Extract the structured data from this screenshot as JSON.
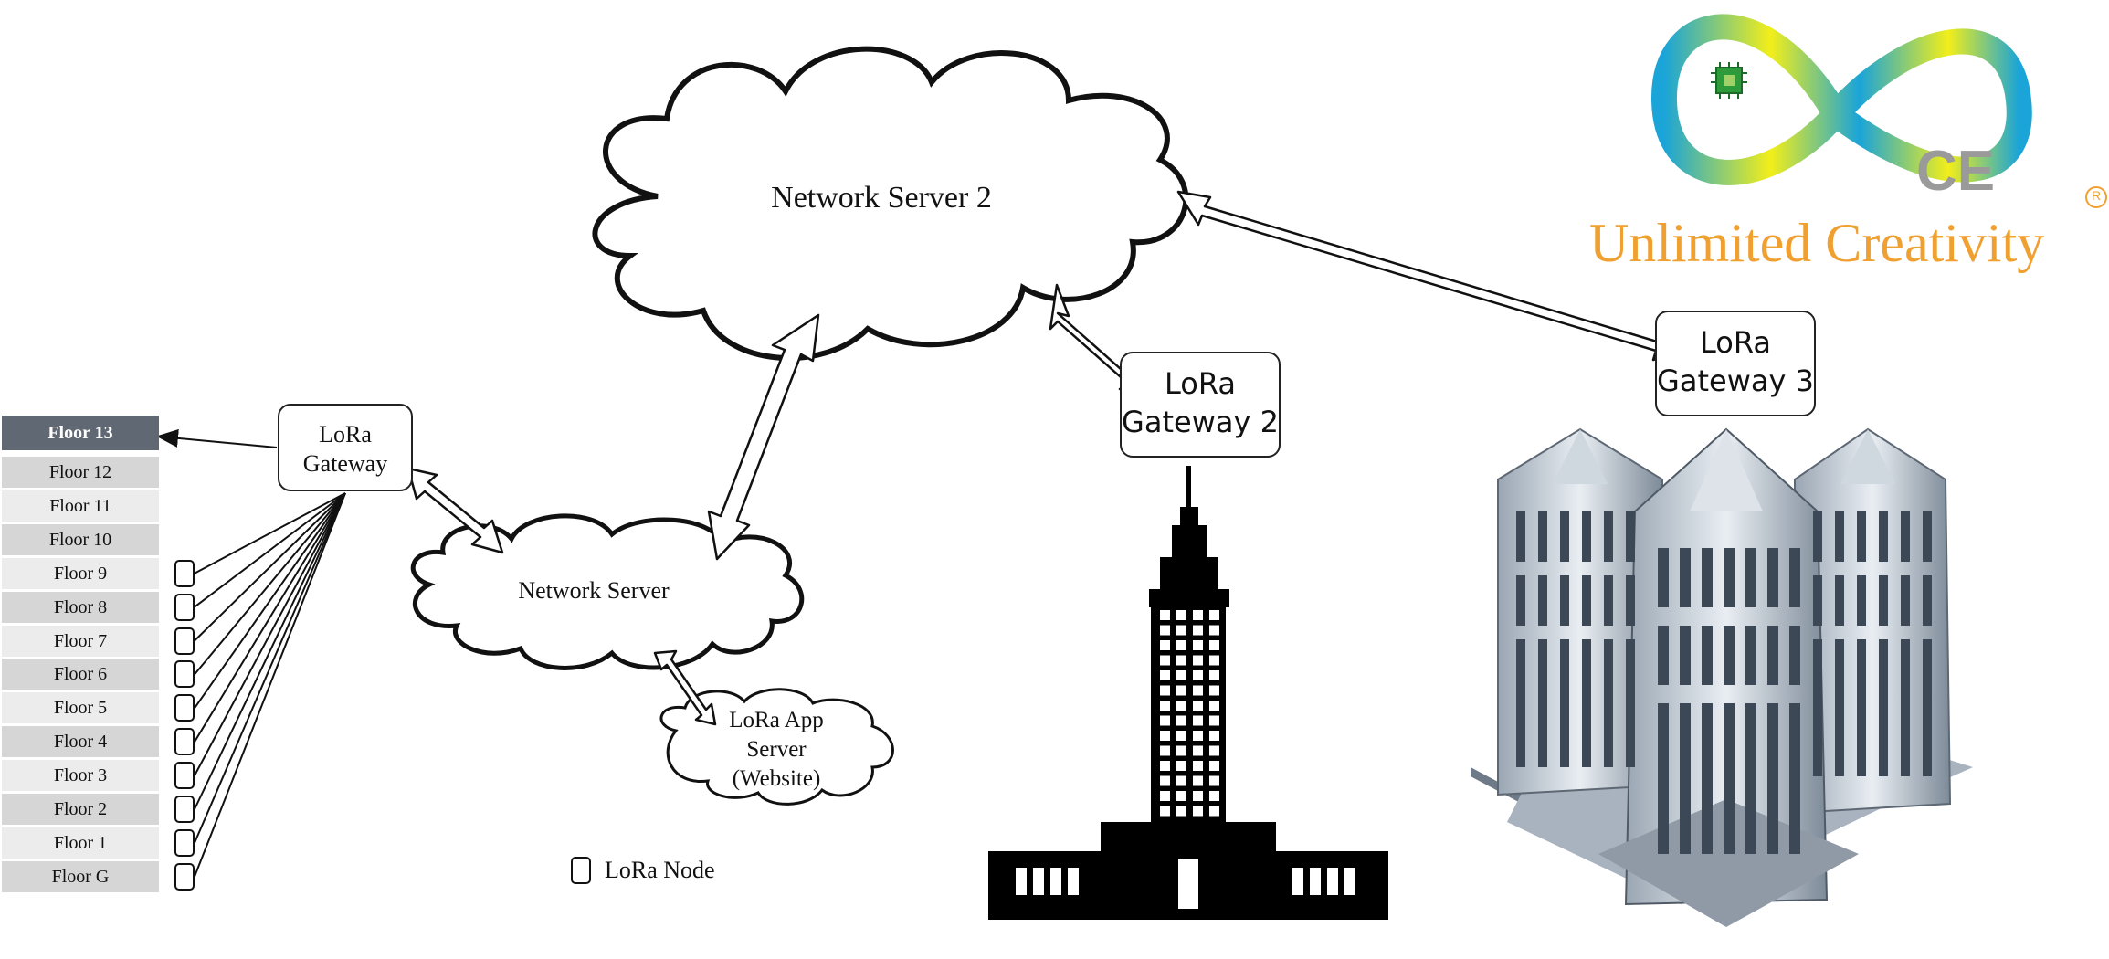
{
  "clouds": {
    "network_server_2": "Network Server 2",
    "network_server": "Network Server",
    "app_server_line1": "LoRa App",
    "app_server_line2": "Server",
    "app_server_line3": "(Website)"
  },
  "gateways": {
    "gateway1_line1": "LoRa",
    "gateway1_line2": "Gateway",
    "gateway2_line1": "LoRa",
    "gateway2_line2": "Gateway 2",
    "gateway3_line1": "LoRa",
    "gateway3_line2": "Gateway 3"
  },
  "floors": [
    "Floor 13",
    "Floor 12",
    "Floor 11",
    "Floor 10",
    "Floor  9",
    "Floor  8",
    "Floor  7",
    "Floor  6",
    "Floor  5",
    "Floor  4",
    "Floor  3",
    "Floor  2",
    "Floor  1",
    "Floor  G"
  ],
  "legend": {
    "node_label": "LoRa Node"
  },
  "logo": {
    "letters": "CE",
    "tagline": "Unlimited Creativity",
    "registered": "R"
  },
  "colors": {
    "tagline": "#f0a030",
    "logo_blue": "#1aa4d8",
    "logo_yellow": "#f2ee1a",
    "floor_top": "#5f6873"
  }
}
